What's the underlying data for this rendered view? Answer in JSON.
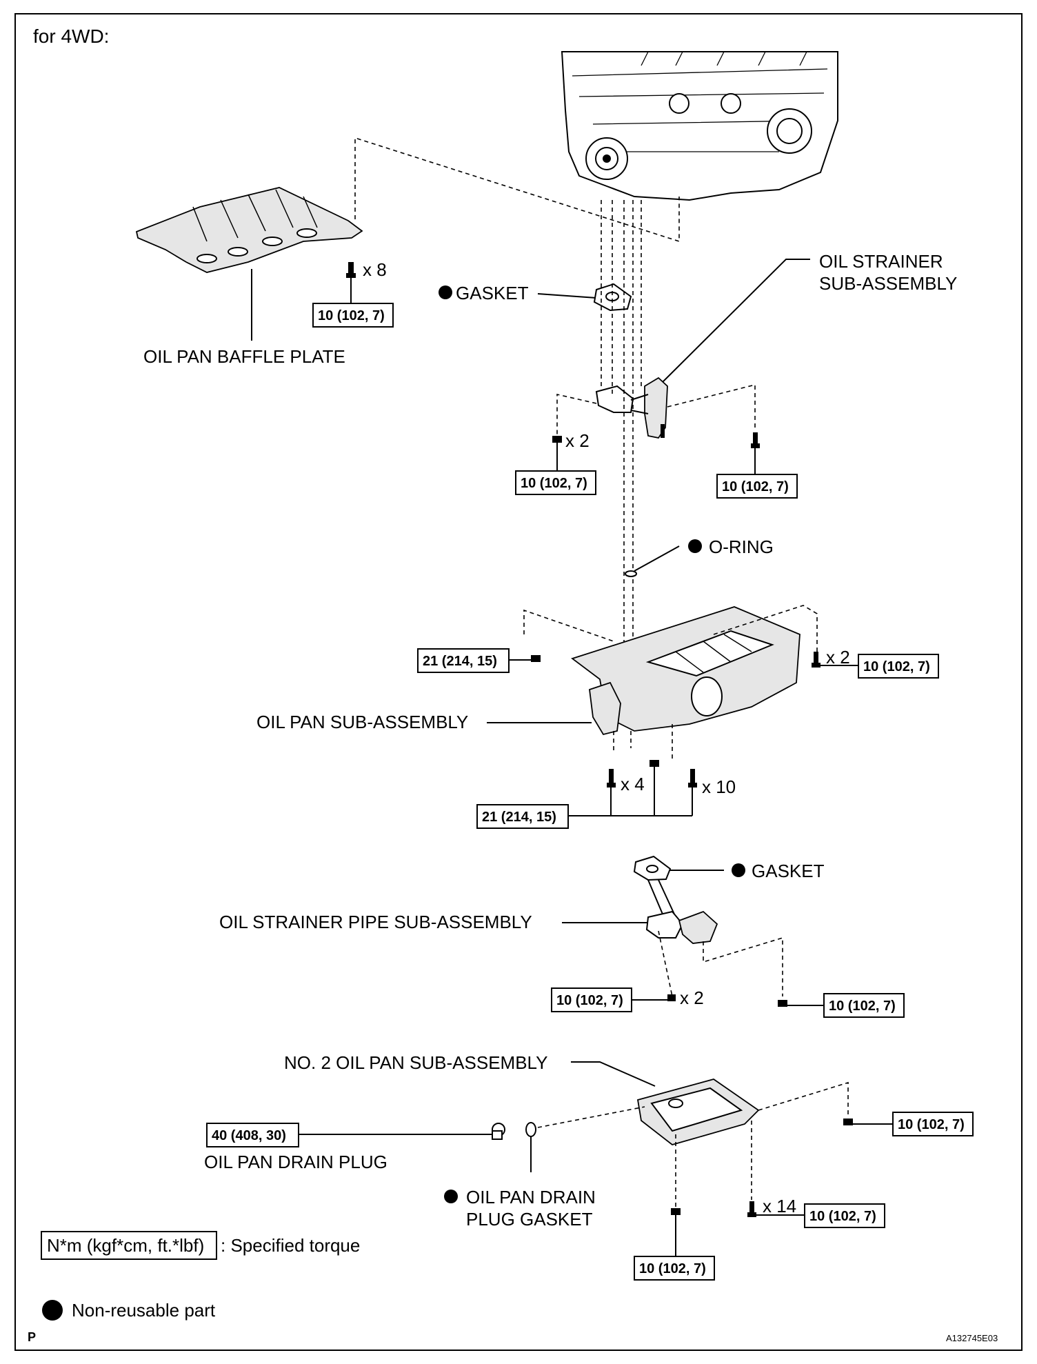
{
  "heading": "for 4WD:",
  "parts": {
    "baffle_plate": "OIL PAN BAFFLE PLATE",
    "gasket_upper": "GASKET",
    "oil_strainer_line1": "OIL STRAINER",
    "oil_strainer_line2": "SUB-ASSEMBLY",
    "o_ring": "O-RING",
    "oil_pan": "OIL PAN SUB-ASSEMBLY",
    "gasket_lower": "GASKET",
    "strainer_pipe": "OIL STRAINER PIPE SUB-ASSEMBLY",
    "no2_oil_pan": "NO. 2 OIL PAN SUB-ASSEMBLY",
    "drain_plug": "OIL PAN DRAIN PLUG",
    "drain_gasket_line1": "OIL PAN DRAIN",
    "drain_gasket_line2": "PLUG GASKET"
  },
  "torques": {
    "baffle": "10 (102, 7)",
    "strainer_left": "10 (102, 7)",
    "strainer_right": "10 (102, 7)",
    "pan_left": "21 (214, 15)",
    "pan_right": "10 (102, 7)",
    "pan_bottom": "21 (214, 15)",
    "pipe_left": "10 (102, 7)",
    "pipe_right": "10 (102, 7)",
    "drain_plug": "40 (408, 30)",
    "no2_right_top": "10 (102, 7)",
    "no2_right_bottom": "10 (102, 7)",
    "no2_bottom": "10 (102, 7)"
  },
  "quantities": {
    "baffle": "x 8",
    "strainer": "x 2",
    "pan_right": "x 2",
    "pan_bottom_a": "x 4",
    "pan_bottom_b": "x 10",
    "pipe": "x 2",
    "no2": "x 14"
  },
  "legend": {
    "torque_unit": "N*m (kgf*cm, ft.*lbf)",
    "torque_desc": ": Specified torque",
    "non_reusable": "Non-reusable part"
  },
  "footer": {
    "page_mark": "P",
    "figure_code": "A132745E03"
  }
}
